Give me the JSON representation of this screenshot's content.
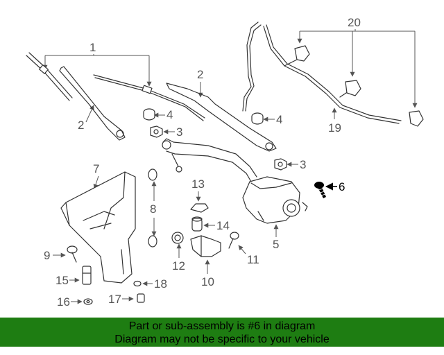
{
  "diagram": {
    "highlight_color": "#000000",
    "callout_color": "#555555",
    "callouts": [
      "1",
      "2",
      "2",
      "3",
      "3",
      "4",
      "4",
      "5",
      "6",
      "7",
      "8",
      "9",
      "10",
      "11",
      "12",
      "13",
      "14",
      "15",
      "16",
      "17",
      "18",
      "19",
      "20"
    ]
  },
  "banner": {
    "background": "#1e7d12",
    "line1": "Part or sub-assembly is #6 in diagram",
    "line2": "Diagram may not be specific to your vehicle"
  }
}
